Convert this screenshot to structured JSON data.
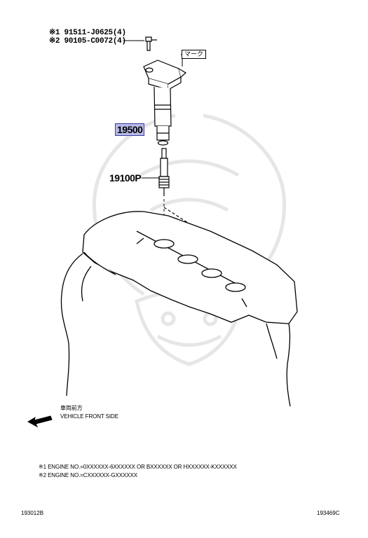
{
  "bolt_refs": [
    {
      "mark": "※1",
      "part": "91511-J0625(4)"
    },
    {
      "mark": "※2",
      "part": "90105-C0072(4)"
    }
  ],
  "mark_label": "マーク",
  "parts": {
    "coil": "19500",
    "plug": "19100P"
  },
  "direction": {
    "jp": "車両前方",
    "en": "VEHICLE FRONT SIDE"
  },
  "notes": [
    "※1 ENGINE NO.=0XXXXXX-6XXXXXX OR BXXXXXX OR HXXXXXX-KXXXXXX",
    "※2 ENGINE NO.=CXXXXXX-GXXXXXX"
  ],
  "footer": {
    "left": "193012B",
    "right": "193469C"
  },
  "colors": {
    "highlight_fill": "#b7b9e6",
    "highlight_border": "#3c3ea0",
    "watermark": "#e6e6e6"
  }
}
